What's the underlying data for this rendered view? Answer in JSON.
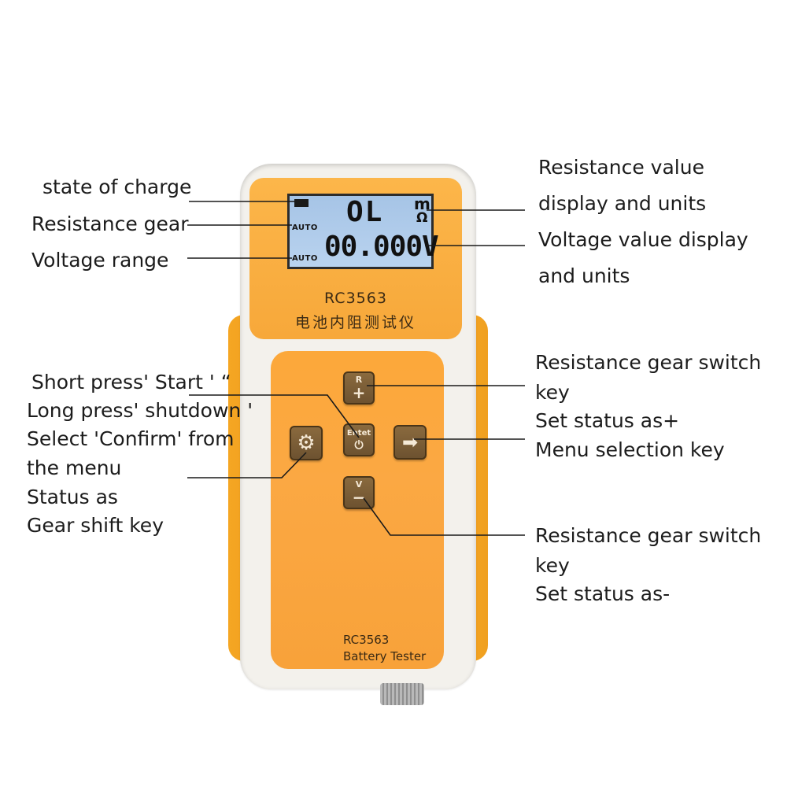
{
  "device": {
    "lcd": {
      "resistance_reading": "OL",
      "resistance_unit_prefix": "m",
      "resistance_unit": "Ω",
      "resistance_gear_mode": "AUTO",
      "voltage_reading": "00.000V",
      "voltage_range_mode": "AUTO",
      "battery_icon": "battery-icon"
    },
    "top_model": "RC3563",
    "top_subtitle": "电池内阻测试仪",
    "bottom_model": "RC3563",
    "bottom_name": "Battery Tester",
    "keys": {
      "r_key_top": "R",
      "r_key_bottom": "+",
      "enter_key_top": "Entet",
      "enter_key_icon": "power-icon",
      "enter_key_glyph": "⏻",
      "v_key_top": "V",
      "v_key_bottom": "−",
      "gear_key_icon": "gear-icon",
      "gear_key_glyph": "⚙",
      "arrow_key_icon": "arrow-right-icon",
      "arrow_key_glyph": "➡"
    },
    "colors": {
      "body_orange": "#fba843",
      "key_brown": "#7a5c35",
      "lcd_blue": "#b2cceb"
    }
  },
  "callouts": {
    "state_of_charge": "state of charge",
    "resistance_gear": "Resistance gear",
    "voltage_range": "Voltage range",
    "resistance_display": [
      "Resistance value",
      "display and units"
    ],
    "voltage_display": [
      "Voltage value display",
      "and units"
    ],
    "r_key": [
      "Resistance gear switch",
      "key",
      "Set status as+"
    ],
    "menu_key": "Menu selection key",
    "enter_key": [
      "Short press' Start '  “",
      "Long press' shutdown '",
      "Select 'Confirm' from",
      "the menu",
      "Status as",
      "Gear shift key"
    ],
    "v_key": [
      "Resistance gear switch",
      "key",
      "Set status as-"
    ]
  }
}
